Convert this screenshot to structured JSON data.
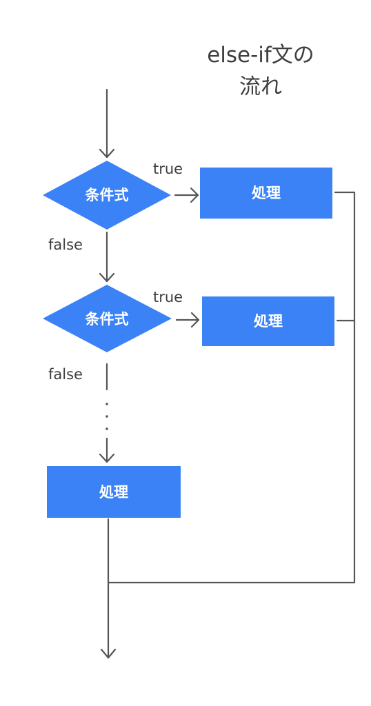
{
  "title": {
    "line1": "else-if文の",
    "line2": "流れ"
  },
  "nodes": {
    "condition_1": "条件式",
    "process_1": "処理",
    "condition_2": "条件式",
    "process_2": "処理",
    "else_process": "処理"
  },
  "edge_labels": {
    "true_1": "true",
    "false_1": "false",
    "true_2": "true",
    "false_2": "false"
  },
  "colors": {
    "node_fill": "#3b82f6",
    "node_text": "#ffffff",
    "line": "#555555",
    "text": "#3e3e3e"
  }
}
